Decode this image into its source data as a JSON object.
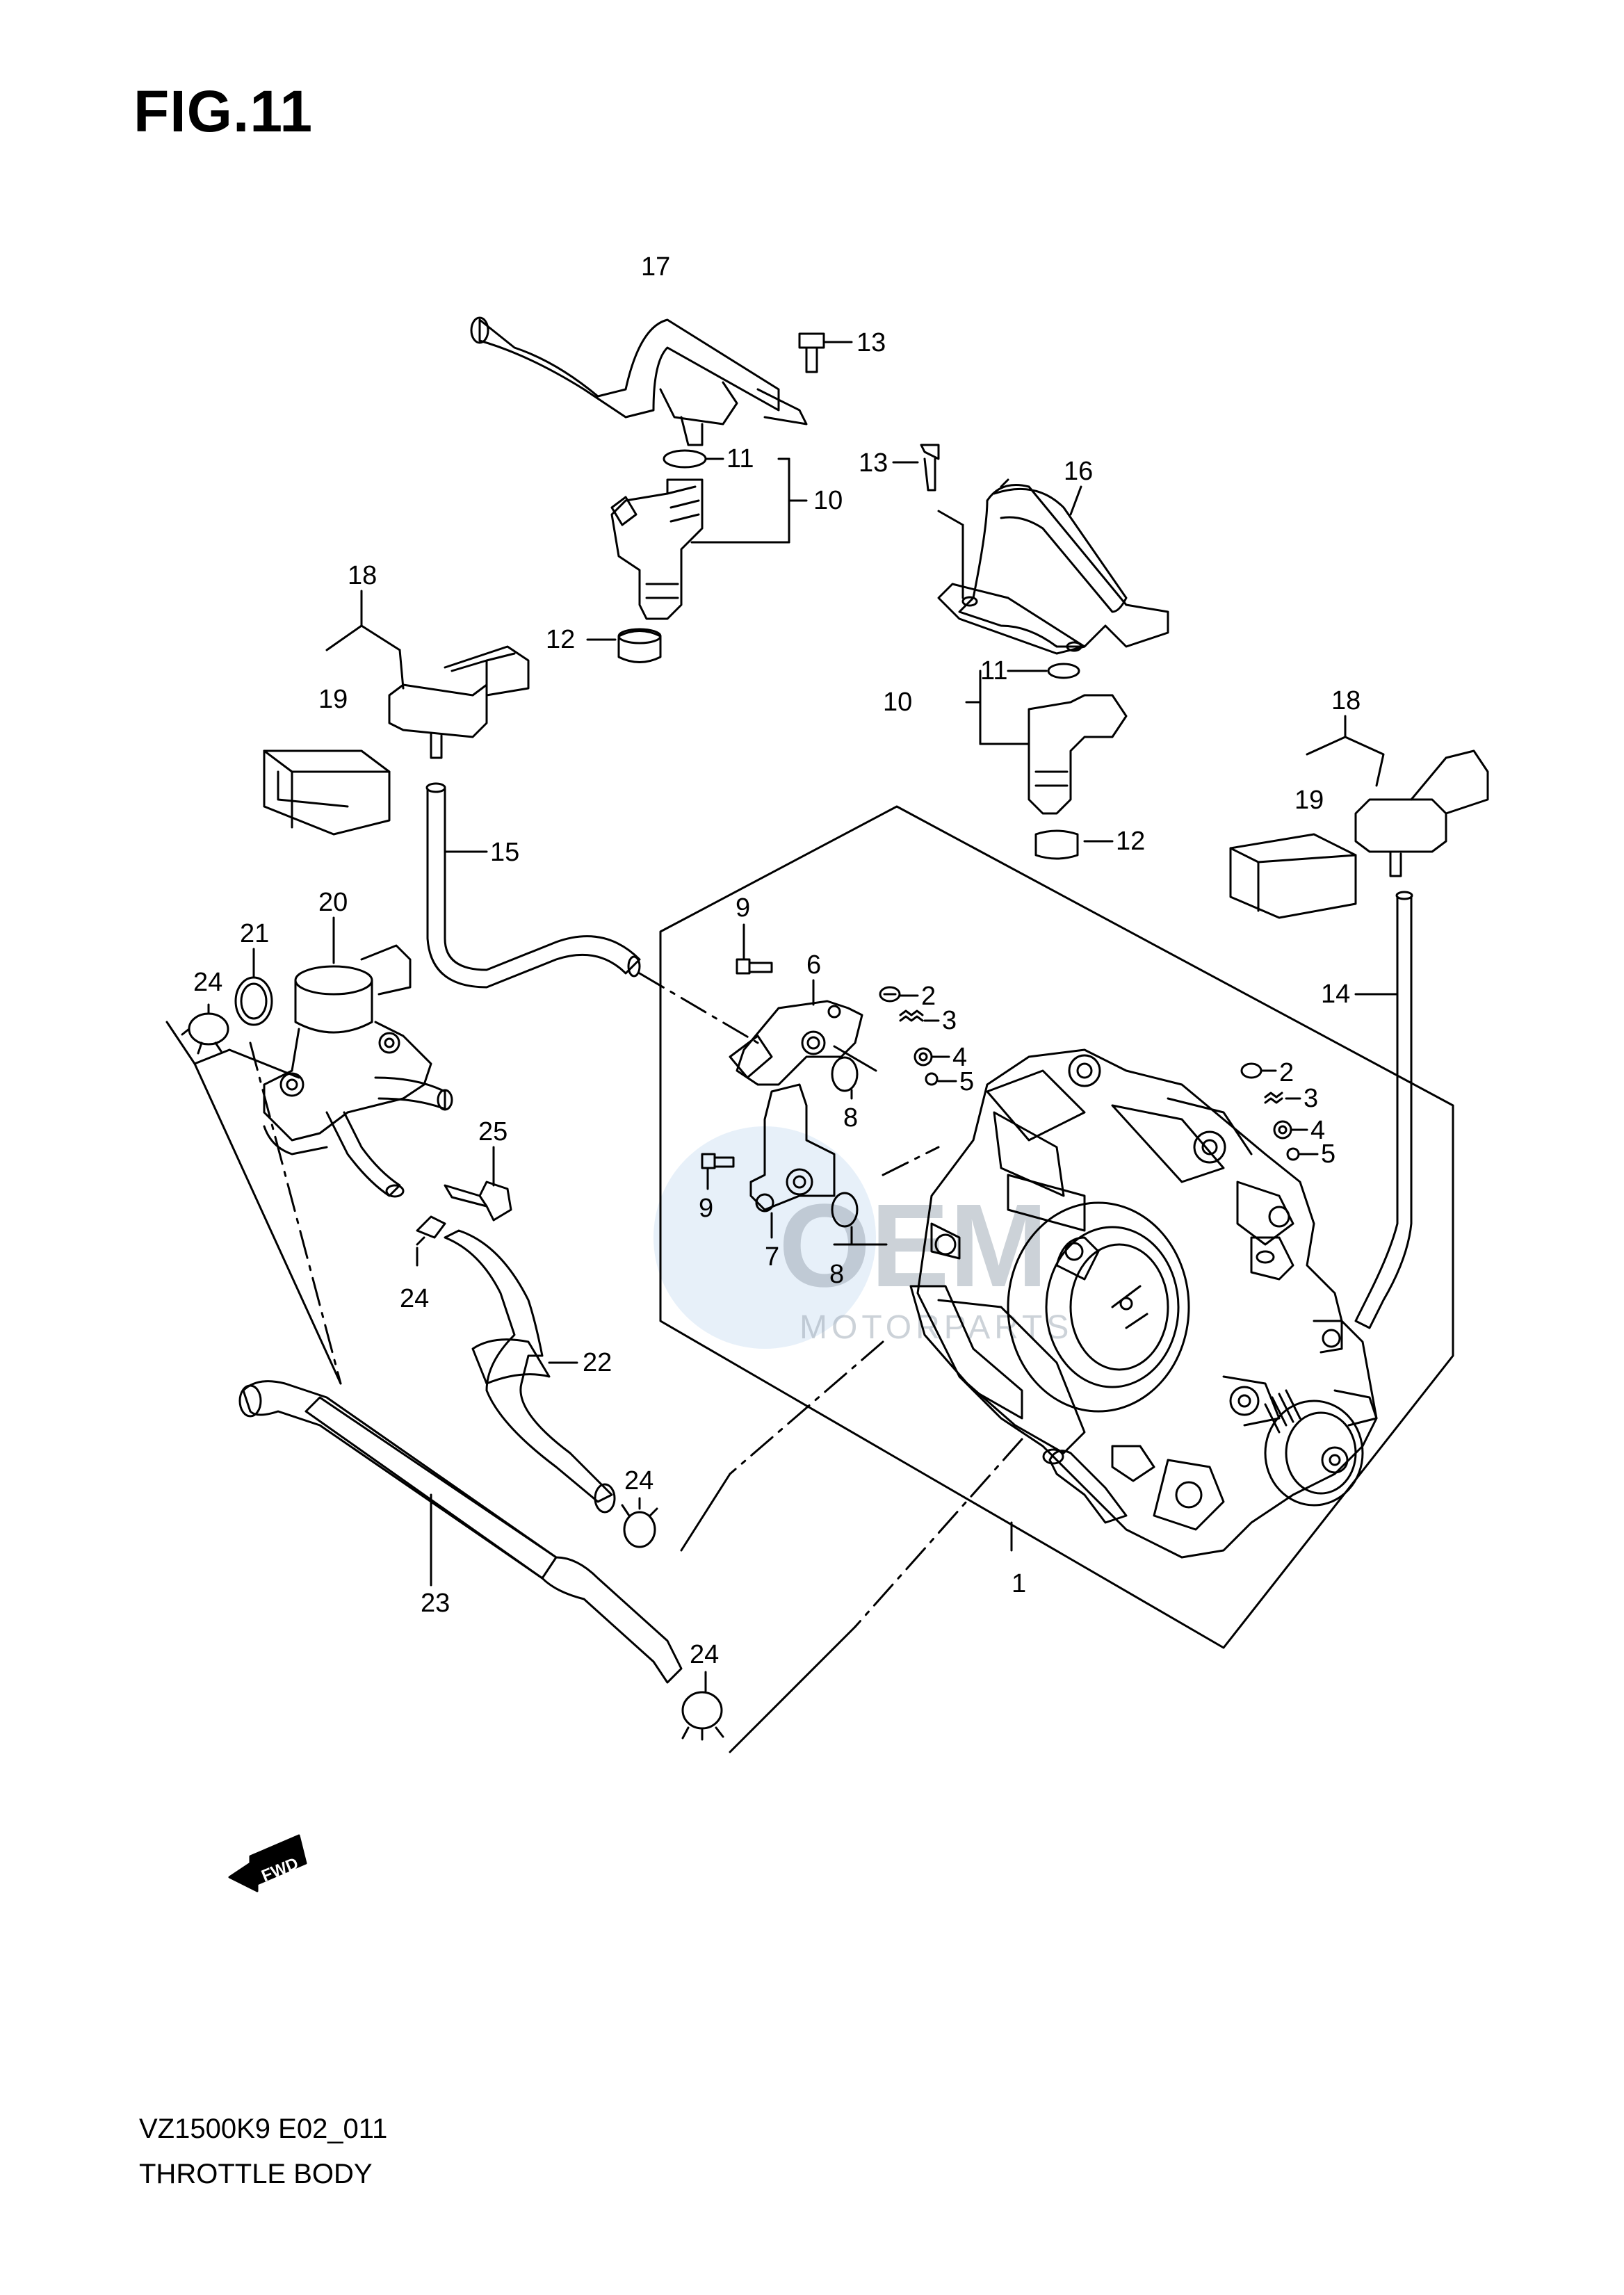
{
  "figure": {
    "title": "FIG.11"
  },
  "footer": {
    "code": "VZ1500K9 E02_011",
    "name": "THROTTLE BODY"
  },
  "watermark": {
    "logo_text": "OEM",
    "sub_text": "MOTORPARTS"
  },
  "fwd_arrow": {
    "label": "FWD"
  },
  "callouts": {
    "c1": "1",
    "c2a": "2",
    "c2b": "2",
    "c3a": "3",
    "c3b": "3",
    "c4a": "4",
    "c4b": "4",
    "c5a": "5",
    "c5b": "5",
    "c6": "6",
    "c7": "7",
    "c8a": "8",
    "c8b": "8",
    "c9a": "9",
    "c9b": "9",
    "c10a": "10",
    "c10b": "10",
    "c11a": "11",
    "c11b": "11",
    "c12a": "12",
    "c12b": "12",
    "c13a": "13",
    "c13b": "13",
    "c14": "14",
    "c15": "15",
    "c16": "16",
    "c17": "17",
    "c18a": "18",
    "c18b": "18",
    "c19a": "19",
    "c19b": "19",
    "c20": "20",
    "c21": "21",
    "c22": "22",
    "c23": "23",
    "c24a": "24",
    "c24b": "24",
    "c24c": "24",
    "c24d": "24",
    "c25": "25"
  },
  "colors": {
    "line": "#000000",
    "watermark": "#9aa6b2",
    "watermark_blue": "#b9d3ee"
  }
}
